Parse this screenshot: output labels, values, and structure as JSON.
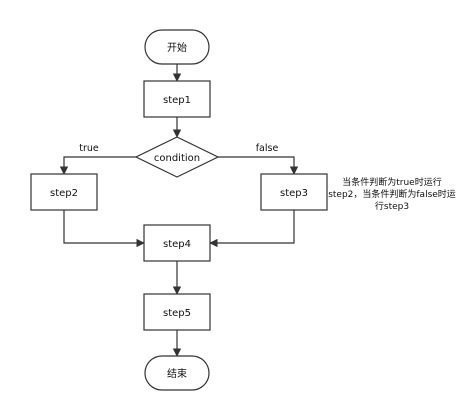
{
  "diagram": {
    "nodes": {
      "start": "开始",
      "step1": "step1",
      "condition": "condition",
      "step2": "step2",
      "step3": "step3",
      "step4": "step4",
      "step5": "step5",
      "end": "结束"
    },
    "edge_labels": {
      "true_branch": "true",
      "false_branch": "false"
    },
    "annotation": {
      "line1": "当条件判断为true时运行",
      "line2": "step2，当条件判断为false时运",
      "line3": "行step3"
    },
    "colors": {
      "stroke": "#333333",
      "text": "#111111",
      "background": "#ffffff"
    }
  }
}
